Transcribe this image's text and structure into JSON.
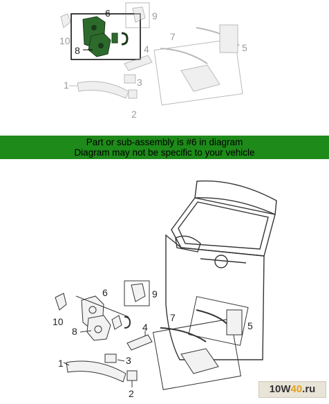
{
  "banner": {
    "line1": "Part or sub-assembly is #6 in diagram",
    "line2": "Diagram may not be specific to your vehicle"
  },
  "callouts": [
    "1",
    "2",
    "3",
    "4",
    "5",
    "6",
    "7",
    "8",
    "9",
    "10"
  ],
  "highlighted_part": "6",
  "watermark": {
    "prefix": "10W",
    "accent": "40",
    "suffix": ".ru"
  },
  "colors": {
    "banner": "#1e8a1a",
    "highlight_part": "#2d6b2d",
    "line": "#444444",
    "accent": "#e0a21c"
  }
}
